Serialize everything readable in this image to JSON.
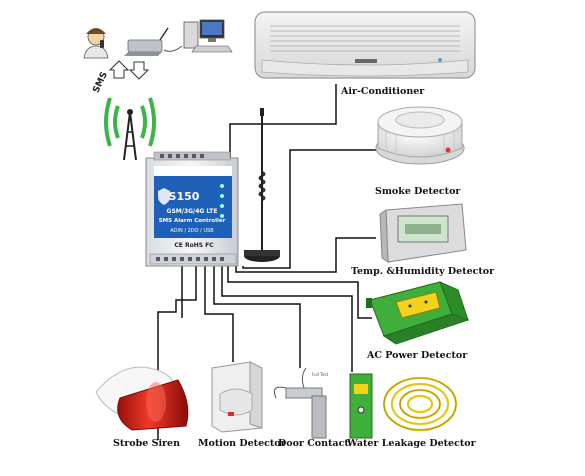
{
  "labels": {
    "air_conditioner": "Air-Conditioner",
    "smoke_detector": "Smoke Detector",
    "temp_humidity_detector": "Temp. &Humidity Detector",
    "ac_power_detector": "AC Power Detector",
    "strobe_siren": "Strobe Siren",
    "motion_detector": "Motion Detector",
    "door_contact": "Door Contact",
    "water_leakage_detector": "Water Leakage Detector"
  },
  "sms_label": "SMS",
  "controller": {
    "model": "S150",
    "line1": "GSM/3G/4G LTE",
    "line2": "SMS Alarm Controller",
    "line3": "ADIN / 2DO / USB",
    "certs": "CE RoHS FC"
  },
  "colors": {
    "controller_blue": "#1e5fb8",
    "wire": "#111111",
    "siren_red": "#e0241c",
    "ac_green": "#3fae3a",
    "water_yellow": "#f2d21a",
    "tower_green": "#3ab54a"
  }
}
